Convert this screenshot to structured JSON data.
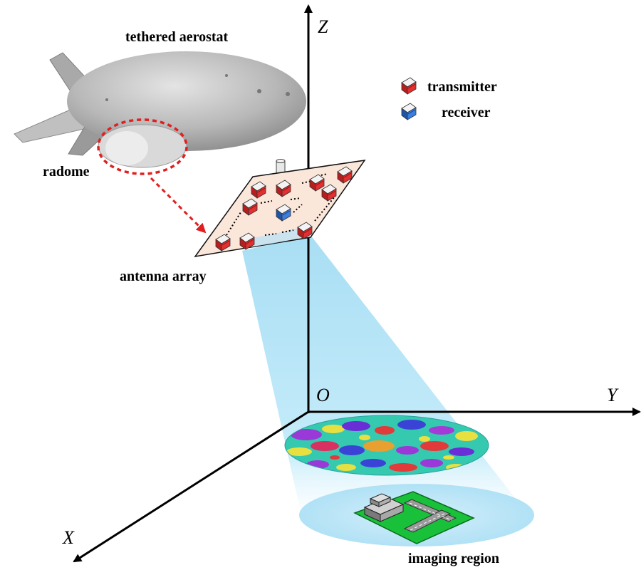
{
  "labels": {
    "aerostat": "tethered aerostat",
    "radome": "radome",
    "antenna_array": "antenna array",
    "imaging_region": "imaging region",
    "legend_transmitter": "transmitter",
    "legend_receiver": "receiver"
  },
  "axes": {
    "x": "X",
    "y": "Y",
    "z": "Z",
    "origin": "O"
  },
  "colors": {
    "transmitter": "#d42a2a",
    "receiver": "#2b6fd1",
    "beam": "#b5e3f6",
    "radome_marker": "#e02020",
    "array_plate": "#fbe6da",
    "ground": "#19c03a"
  },
  "icons": {
    "transmitter": "transmitter-antenna-icon",
    "receiver": "receiver-antenna-icon",
    "aerostat": "aerostat-icon",
    "building": "building-icon",
    "runway": "runway-icon"
  }
}
